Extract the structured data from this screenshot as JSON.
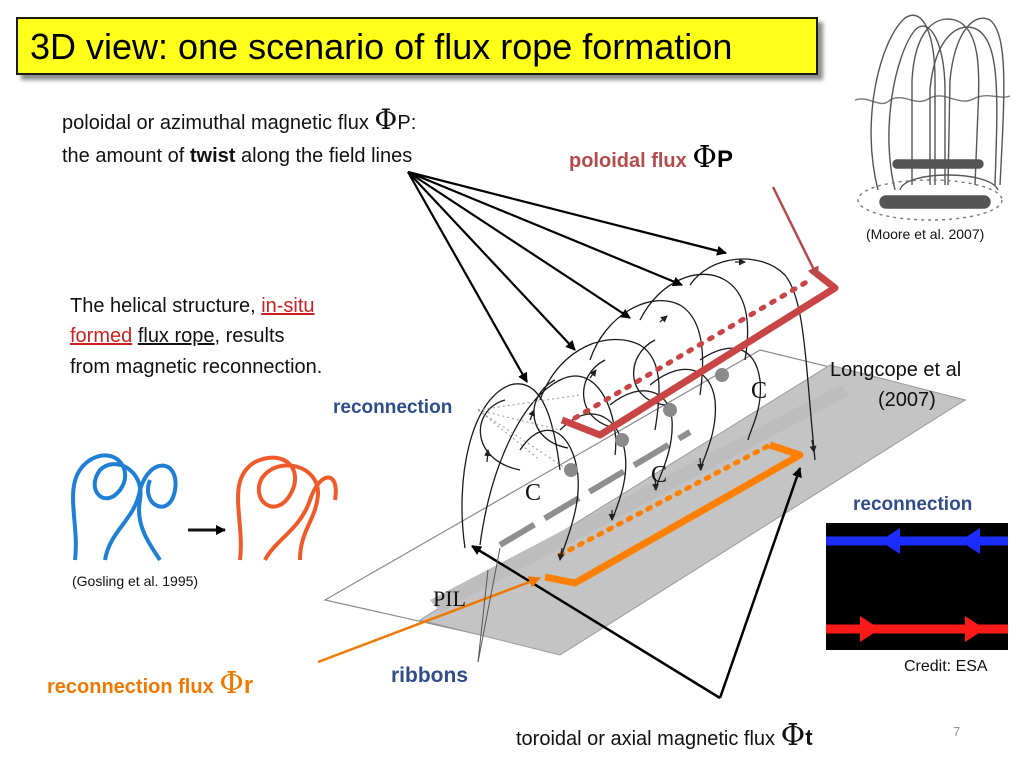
{
  "title": "3D view: one scenario of flux rope formation",
  "poloidal_desc": {
    "line1": "poloidal or azimuthal magnetic flux",
    "phi": "Φ",
    "sub": "P",
    "colon": ":",
    "line2_a": "the amount of",
    "line2_b": "twist",
    "line2_c": "along the field lines"
  },
  "poloidal_label": {
    "text": "poloidal flux",
    "phi": "Φ",
    "sub": "P",
    "color": "#b64a4a"
  },
  "helical": {
    "line1_a": "The helical structure,",
    "line1_b": "in-situ",
    "line2_a": "formed",
    "line2_b": "flux rope",
    "line2_c": ", results",
    "line3": "from magnetic reconnection."
  },
  "reconnection_left": "reconnection",
  "reconnection_right": "reconnection",
  "longcope": {
    "line1": "Longcope et al",
    "line2": "(2007)"
  },
  "moore_caption": "(Moore et al. 2007)",
  "gosling_caption": "(Gosling et al. 1995)",
  "credit": "Credit: ESA",
  "reconnection_flux": {
    "text": "reconnection flux",
    "phi": "Φ",
    "sub": "r",
    "color": "#f07800"
  },
  "ribbons": "ribbons",
  "toroidal": {
    "text": "toroidal or axial magnetic flux",
    "phi": "Φ",
    "sub": "t"
  },
  "diagram_labels": {
    "pil": "PIL",
    "c1": "C",
    "c2": "C",
    "c3": "C"
  },
  "page_number": "7",
  "colors": {
    "title_bg": "#ffff1a",
    "blue_field": "#1a2cff",
    "red_field": "#ff1a1a",
    "ribbon_gray": "#c4c4c4",
    "rope": "#c94545",
    "orange": "#ff8000"
  }
}
